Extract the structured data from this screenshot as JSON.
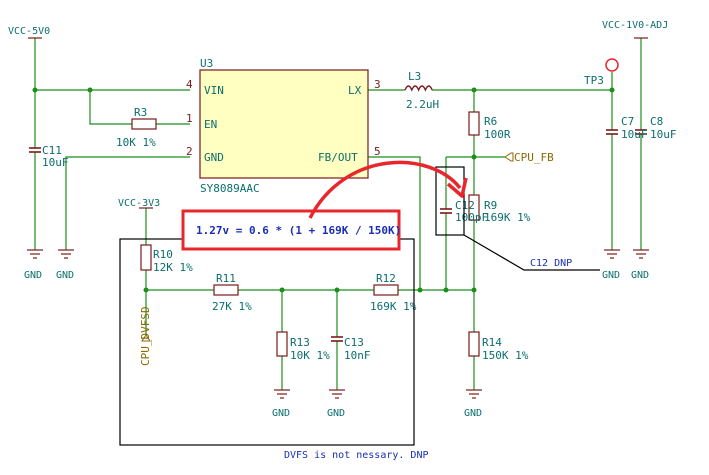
{
  "power": {
    "vcc_5v0": "VCC-5V0",
    "vcc_1v0_adj": "VCC-1V0-ADJ",
    "vcc_3v3": "VCC-3V3",
    "gnd": "GND"
  },
  "ic": {
    "ref": "U3",
    "value": "SY8089AAC",
    "pins": {
      "vin": "VIN",
      "en": "EN",
      "gnd": "GND",
      "lx": "LX",
      "fb": "FB/OUT",
      "n_vin": "4",
      "n_en": "1",
      "n_gnd": "2",
      "n_lx": "3",
      "n_fb": "5"
    }
  },
  "parts": {
    "l3": {
      "ref": "L3",
      "value": "2.2uH"
    },
    "r3": {
      "ref": "R3",
      "value": "10K 1%"
    },
    "c11": {
      "ref": "C11",
      "value": "10uF"
    },
    "r6": {
      "ref": "R6",
      "value": "100R"
    },
    "r9": {
      "ref": "R9",
      "value": "169K 1%"
    },
    "c12": {
      "ref": "C12",
      "value": "100pF"
    },
    "c7": {
      "ref": "C7",
      "value": "10uF"
    },
    "c8": {
      "ref": "C8",
      "value": "10uF"
    },
    "tp3": {
      "ref": "TP3"
    },
    "r10": {
      "ref": "R10",
      "value": "12K 1%"
    },
    "r11": {
      "ref": "R11",
      "value": "27K 1%"
    },
    "r12": {
      "ref": "R12",
      "value": "169K 1%"
    },
    "r13": {
      "ref": "R13",
      "value": "10K 1%"
    },
    "c13": {
      "ref": "C13",
      "value": "10nF"
    },
    "r14": {
      "ref": "R14",
      "value": "150K 1%"
    }
  },
  "labels": {
    "cpu_fb": "CPU_FB",
    "cpu_dvfsd": "CPU_DVFSD",
    "c12_dnp": "C12 DNP",
    "dvfs_note": "DVFS is not nessary. DNP",
    "equation": "1.27v = 0.6 * (1 + 169K / 150K)"
  },
  "colors": {
    "wire": "#1a8f1a",
    "symbol": "#7a1a1a",
    "ic_fill": "#ffffc2",
    "highlight": "#e8262d",
    "note": "#1a2fb5"
  }
}
